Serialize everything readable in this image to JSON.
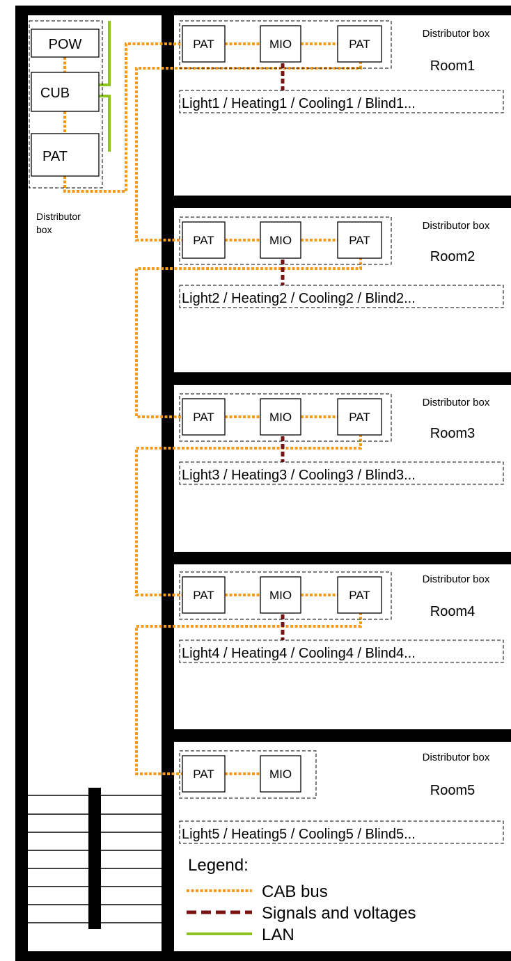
{
  "colors": {
    "cab_bus": "#f59a1c",
    "signals": "#7a1212",
    "lan": "#8dc21f",
    "walls": "#000000"
  },
  "central": {
    "pow": "POW",
    "cub": "CUB",
    "pat": "PAT",
    "distributor_label_line1": "Distributor",
    "distributor_label_line2": "box"
  },
  "rooms": [
    {
      "name": "Room1",
      "distributor": "Distributor box",
      "pat_left": "PAT",
      "mio": "MIO",
      "pat_right": "PAT",
      "loads": "Light1 / Heating1 / Cooling1 / Blind1..."
    },
    {
      "name": "Room2",
      "distributor": "Distributor box",
      "pat_left": "PAT",
      "mio": "MIO",
      "pat_right": "PAT",
      "loads": "Light2 / Heating2 / Cooling2 / Blind2..."
    },
    {
      "name": "Room3",
      "distributor": "Distributor box",
      "pat_left": "PAT",
      "mio": "MIO",
      "pat_right": "PAT",
      "loads": "Light3 / Heating3 / Cooling3 / Blind3..."
    },
    {
      "name": "Room4",
      "distributor": "Distributor box",
      "pat_left": "PAT",
      "mio": "MIO",
      "pat_right": "PAT",
      "loads": "Light4 / Heating4 / Cooling4 / Blind4..."
    },
    {
      "name": "Room5",
      "distributor": "Distributor box",
      "pat_left": "PAT",
      "mio": "MIO",
      "loads": "Light5 / Heating5 / Cooling5 / Blind5..."
    }
  ],
  "legend": {
    "title": "Legend:",
    "cab_bus": "CAB bus",
    "signals": "Signals and voltages",
    "lan": "LAN"
  }
}
